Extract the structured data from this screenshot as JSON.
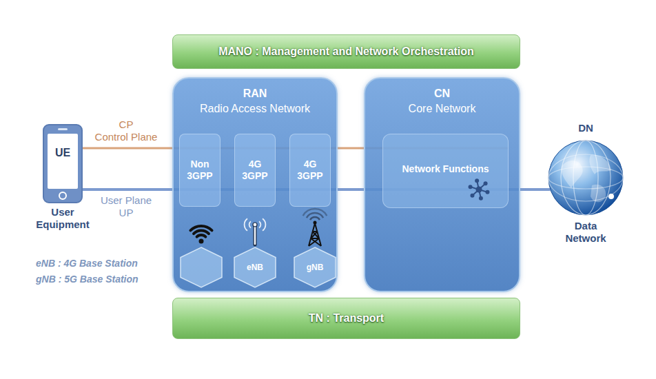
{
  "diagram": {
    "nodes": [
      {
        "text": [
          "MANO : Management and Network Orchestration"
        ]
      },
      {
        "text": [
          "UE",
          "User Equipment"
        ]
      },
      {
        "text": [
          "RAN",
          "Radio Access Network"
        ]
      },
      {
        "text": [
          "Non 3GPP"
        ],
        "in": 2
      },
      {
        "text": [
          "4G 3GPP"
        ],
        "in": 2
      },
      {
        "text": [
          "4G 3GPP"
        ],
        "in": 2
      },
      {
        "text": [
          "eNB"
        ],
        "in": 2
      },
      {
        "text": [
          "gNB"
        ],
        "in": 2
      },
      {
        "text": [
          "CN",
          "Core Network"
        ]
      },
      {
        "text": [
          "Network Functions"
        ],
        "in": 8
      },
      {
        "text": [
          "DN",
          "Data Network"
        ]
      },
      {
        "text": [
          "TN : Transport"
        ]
      }
    ],
    "edges": [
      {
        "from": 1,
        "to": 9,
        "arrow": "none",
        "label": "CP Control Plane"
      },
      {
        "from": 1,
        "to": 10,
        "arrow": "none",
        "label": "User Plane UP"
      }
    ],
    "labels": [
      "eNB : 4G Base Station",
      "gNB : 5G Base Station"
    ]
  }
}
